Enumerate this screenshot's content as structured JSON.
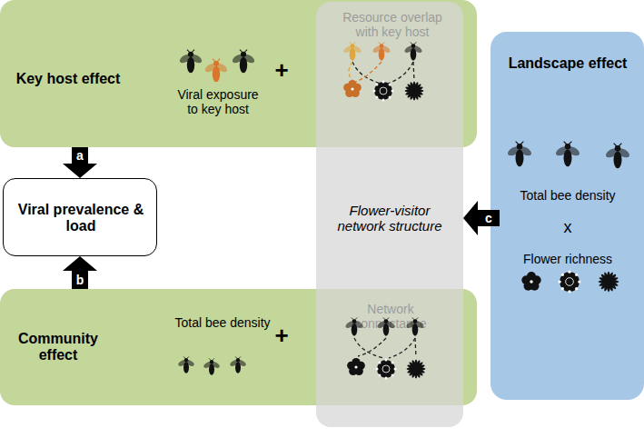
{
  "diagram": {
    "nodes": [
      {
        "text": [
          "Key host effect",
          "Viral exposure to key host",
          "+",
          "Resource overlap with key host"
        ]
      },
      {
        "text": [
          "Viral prevalence & load"
        ]
      },
      {
        "text": [
          "Flower-visitor network structure"
        ]
      },
      {
        "text": [
          "Community effect",
          "Total bee density",
          "+",
          "Network connectance"
        ]
      },
      {
        "text": [
          "Landscape effect",
          "Total bee density",
          "x",
          "Flower richness"
        ]
      }
    ],
    "edges": [
      {
        "from": 0,
        "to": 1,
        "label": "a",
        "arrow": "to"
      },
      {
        "from": 3,
        "to": 1,
        "label": "b",
        "arrow": "to"
      },
      {
        "from": 4,
        "to": 2,
        "label": "c",
        "arrow": "to"
      }
    ]
  }
}
